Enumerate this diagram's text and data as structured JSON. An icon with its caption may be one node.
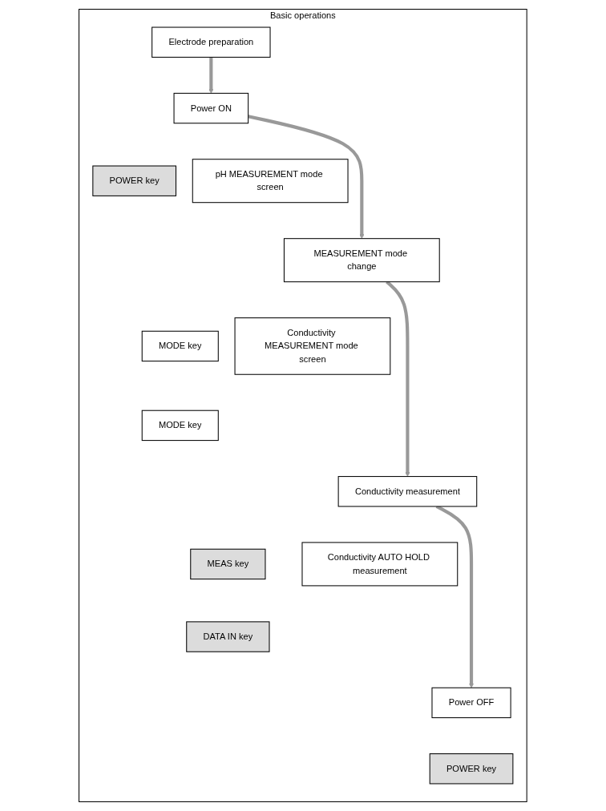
{
  "diagram": {
    "nodes": [
      {
        "text": [
          "Basic operations"
        ]
      },
      {
        "text": [
          "Electrode preparation"
        ],
        "in": 0
      },
      {
        "text": [
          "Power ON"
        ],
        "in": 0
      },
      {
        "text": [
          "POWER key"
        ],
        "in": 0
      },
      {
        "text": [
          "pH MEASUREMENT mode screen"
        ],
        "in": 0
      },
      {
        "text": [
          "MEASUREMENT mode change"
        ],
        "in": 0
      },
      {
        "text": [
          "MODE key"
        ],
        "in": 0
      },
      {
        "text": [
          "MODE key"
        ],
        "in": 0
      },
      {
        "text": [
          "Conductivity MEASUREMENT mode screen"
        ],
        "in": 0
      },
      {
        "text": [
          "Conductivity measurement"
        ],
        "in": 0
      },
      {
        "text": [
          "MEAS key"
        ],
        "in": 0
      },
      {
        "text": [
          "Conductivity AUTO HOLD measurement"
        ],
        "in": 0
      },
      {
        "text": [
          "DATA IN key"
        ],
        "in": 0
      },
      {
        "text": [
          "Power OFF"
        ],
        "in": 0
      },
      {
        "text": [
          "POWER key"
        ],
        "in": 0
      }
    ],
    "edges": [
      {
        "from": 1,
        "to": 2,
        "arrow": "to"
      },
      {
        "from": 2,
        "to": 5,
        "arrow": "to"
      },
      {
        "from": 5,
        "to": 9,
        "arrow": "to"
      },
      {
        "from": 9,
        "to": 13,
        "arrow": "to"
      }
    ]
  }
}
